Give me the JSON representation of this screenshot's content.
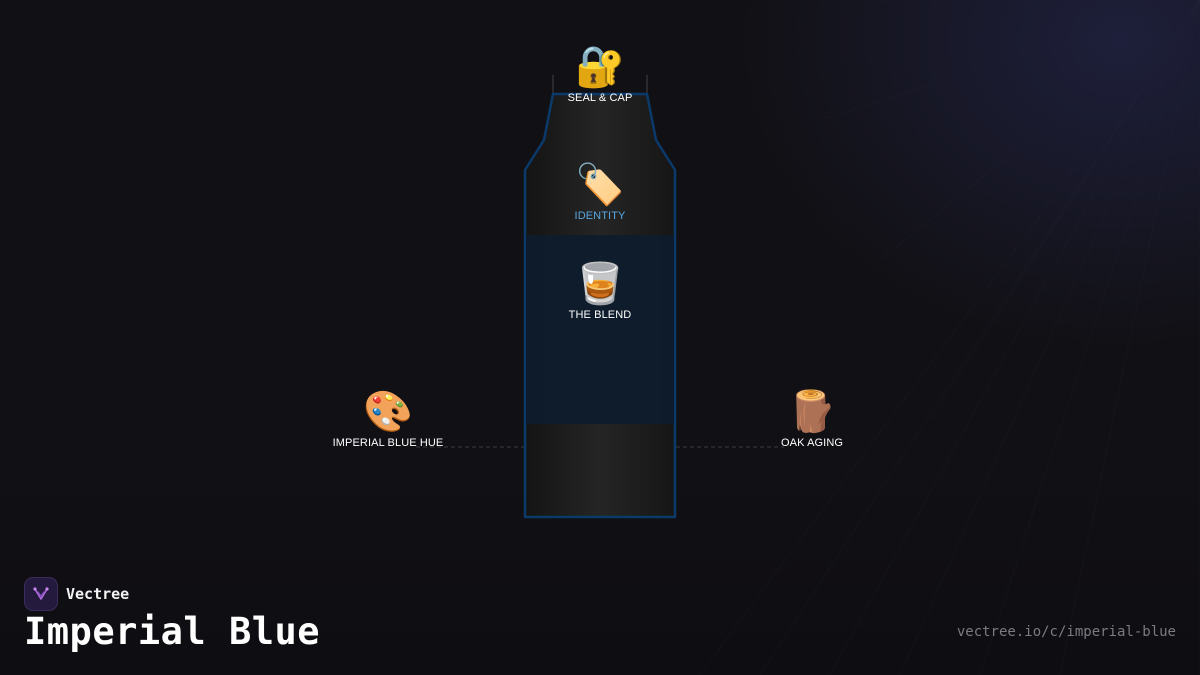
{
  "diagram": {
    "nodes": {
      "seal": {
        "icon": "lock-with-key-icon",
        "glyph": "🔐",
        "label": "SEAL & CAP"
      },
      "identity": {
        "icon": "label-tag-icon",
        "glyph": "🏷️",
        "label": "IDENTITY"
      },
      "blend": {
        "icon": "tumbler-glass-icon",
        "glyph": "🥃",
        "label": "THE BLEND"
      },
      "hue": {
        "icon": "artist-palette-icon",
        "glyph": "🎨",
        "label": "IMPERIAL BLUE HUE"
      },
      "oak": {
        "icon": "wood-log-icon",
        "glyph": "🪵",
        "label": "OAK AGING"
      }
    }
  },
  "colors": {
    "background": "#111014",
    "bottle_outline": "#0b3a6a",
    "blend_band": "#0d1c2c",
    "identity_accent": "#5aa7e0"
  },
  "footer": {
    "brand_name": "Vectree",
    "title": "Imperial Blue",
    "url": "vectree.io/c/imperial-blue"
  }
}
